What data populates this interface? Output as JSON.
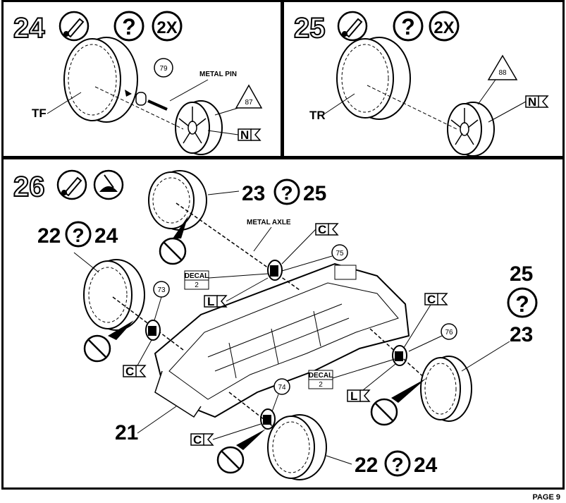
{
  "step24": {
    "number": "24",
    "repeat": "2X",
    "tire_label": "TF",
    "part_pin_ref": "79",
    "pin_label": "METAL PIN",
    "wheel_ref": "87",
    "wheel_tag": "N"
  },
  "step25": {
    "number": "25",
    "repeat": "2X",
    "tire_label": "TR",
    "wheel_ref": "88",
    "wheel_tag": "N"
  },
  "step26": {
    "number": "26",
    "rear_left_callout": "23",
    "rear_left_callout_b": "25",
    "front_left_callout": "22",
    "front_left_callout_b": "24",
    "right_callout_top": "25",
    "right_callout_bottom": "23",
    "front_right_callout": "22",
    "front_right_callout_b": "24",
    "axle_label": "METAL AXLE",
    "hub_refs": [
      "75",
      "73",
      "76",
      "74"
    ],
    "decal_label": "DECAL",
    "decal_num": "2",
    "tag_c": "C",
    "tag_l": "L",
    "chassis_ref": "21"
  },
  "footer": {
    "page": "PAGE 9"
  },
  "icons": [
    "glue-tube-icon",
    "question-choice-icon",
    "paint-icon",
    "no-glue-icon"
  ]
}
